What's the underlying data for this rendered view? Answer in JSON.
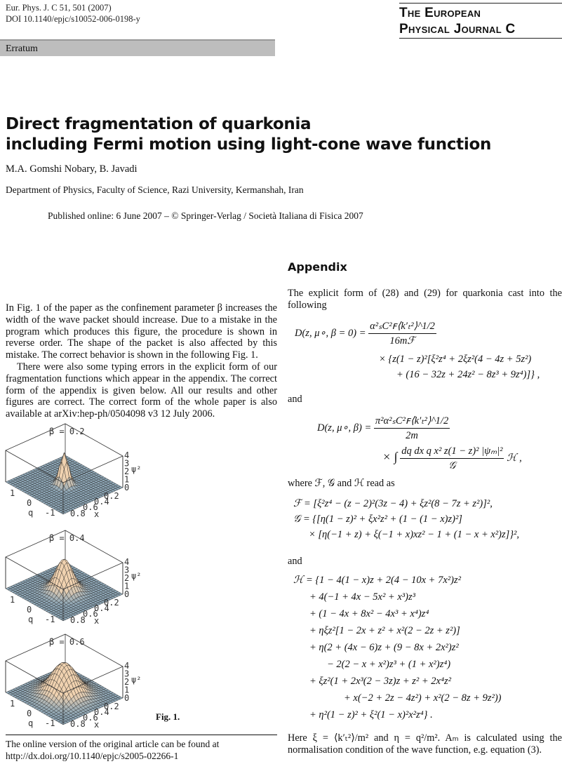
{
  "header": {
    "citation": "Eur. Phys. J. C 51, 501 (2007)",
    "doi": "DOI 10.1140/epjc/s10052-006-0198-y",
    "journal_line1": "The European",
    "journal_line2": "Physical Journal C",
    "section": "Erratum"
  },
  "article": {
    "title_line1": "Direct fragmentation of quarkonia",
    "title_line2": "including Fermi motion using light-cone wave function",
    "authors": "M.A. Gomshi Nobary, B. Javadi",
    "affiliation": "Department of Physics, Faculty of Science, Razi University, Kermanshah, Iran",
    "published": "Published online: 6 June 2007 – © Springer-Verlag / Società Italiana di Fisica 2007"
  },
  "left_column": {
    "paragraphs": [
      "In Fig. 1 of the paper as the confinement parameter β increases the width of the wave packet should increase. Due to a mistake in the program which produces this figure, the procedure is shown in reverse order. The shape of the packet is also affected by this mistake. The correct behavior is shown in the following Fig. 1.",
      "There were also some typing errors in the explicit form of our fragmentation functions which appear in the appendix. The correct form of the appendix is given below. All our results and other figures are correct. The correct form of the whole paper is also available at arXiv:hep-ph/0504098 v3 12 July 2006."
    ]
  },
  "figure": {
    "caption": "Fig. 1.",
    "z_ticks": [
      "4",
      "3",
      "2",
      "1",
      "0"
    ],
    "z_label": "ψ²",
    "q_ticks": [
      "1",
      "0",
      "-1"
    ],
    "q_label": "q",
    "x_ticks": [
      "0.2",
      "0.4",
      "0.6",
      "0.8"
    ],
    "x_label": "x",
    "plots": [
      {
        "title": "β = 0.2",
        "beta": 0.2
      },
      {
        "title": "β = 0.4",
        "beta": 0.4
      },
      {
        "title": "β = 0.6",
        "beta": 0.6
      }
    ],
    "colors": {
      "floor": "#8fa8b8",
      "peak": "#f0d2b0",
      "grid": "#222222"
    }
  },
  "footnote": {
    "line1": "The online version of the original article can be found at",
    "line2": "http://dx.doi.org/10.1140/epjc/s2005-02266-1"
  },
  "appendix": {
    "heading": "Appendix",
    "intro": "The explicit form of (28) and (29) for quarkonia cast into the following",
    "eq1_lhs": "D(z, μ∘, β = 0) =",
    "eq1_num": "α²ₛC²ꜰ⟨k′ₜ²⟩^1/2",
    "eq1_den": "16mℱ",
    "eq1_line2": "× {z(1 − z)²[ξ²z⁴ + 2ξz²(4 − 4z + 5z²)",
    "eq1_line3": "+ (16 − 32z + 24z² − 8z³ + 9z⁴)]} ,",
    "and1": "and",
    "eq2_lhs": "D(z, μ∘, β) =",
    "eq2_num": "π²α²ₛC²ꜰ⟨k′ₜ²⟩^1/2",
    "eq2_den": "2m",
    "eq2_int": "× ∫",
    "eq2_int_num": "dq dx q x² z(1 − z)² |ψₘ|²",
    "eq2_int_den": "𝒢",
    "eq2_tail": "ℋ ,",
    "where": "where ℱ, 𝒢 and ℋ read as",
    "F_line": "ℱ = [ξ²z⁴ − (z − 2)²(3z − 4) + ξz²(8 − 7z + z²)]²,",
    "G_line1": "𝒢 = {[η(1 − z)² + ξx²z² + (1 − (1 − x)z)²]",
    "G_line2": "× [η(−1 + z) + ξ(−1 + x)xz² − 1 + (1 − x + x²)z]}²,",
    "and2": "and",
    "H_lines": [
      "ℋ = {1 − 4(1 − x)z + 2(4 − 10x + 7x²)z²",
      "+ 4(−1 + 4x − 5x² + x³)z³",
      "+ (1 − 4x + 8x² − 4x³ + x⁴)z⁴",
      "+ ηξz²[1 − 2x + z² + x²(2 − 2z + z²)]",
      "+ η(2 + (4x − 6)z + (9 − 8x + 2x²)z²",
      "− 2(2 − x + x²)z³ + (1 + x²)z⁴)",
      "+ ξz²(1 + 2x³(2 − 3z)z + z² + 2x⁴z²",
      "+ x(−2 + 2z − 4z²) + x²(2 − 8z + 9z²))",
      "+ η²(1 − z)² + ξ²(1 − x)²x²z⁴} ."
    ],
    "closing": "Here ξ = ⟨k′ₜ²⟩/m² and η = q²/m². Aₘ is calculated using the normalisation condition of the wave function, e.g. equation (3)."
  }
}
